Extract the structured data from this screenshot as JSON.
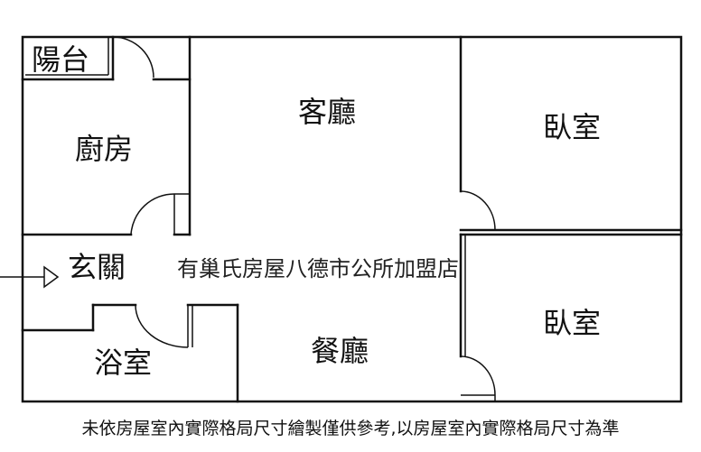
{
  "rooms": {
    "balcony": "陽台",
    "kitchen": "廚房",
    "living": "客廳",
    "bedroom_top": "臥室",
    "entrance": "玄關",
    "bedroom_bottom": "臥室",
    "bathroom": "浴室",
    "dining": "餐廳"
  },
  "watermark": "有巢氏房屋八德市公所加盟店",
  "footnote": "未依房屋室內實際格局尺寸繪製僅供參考,以房屋室內實際格局尺寸為準"
}
